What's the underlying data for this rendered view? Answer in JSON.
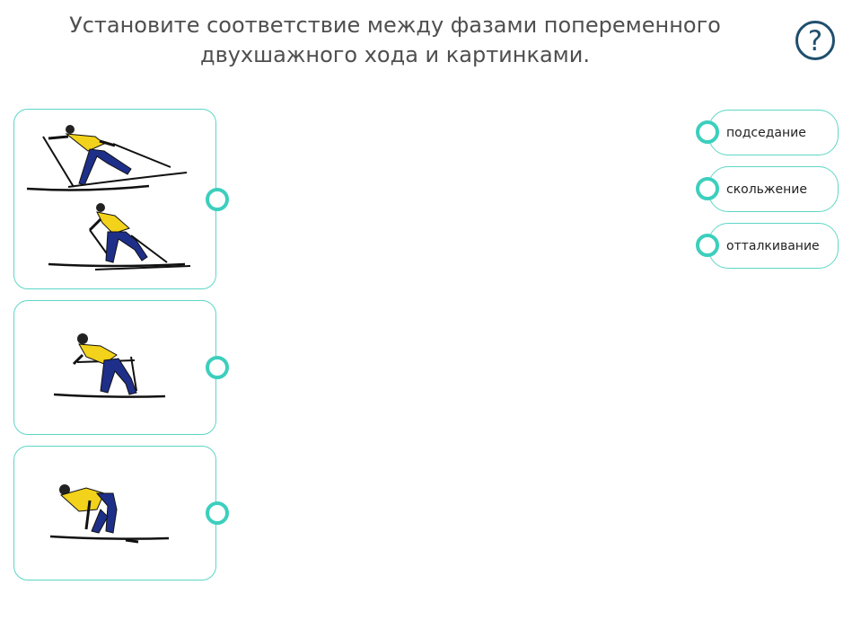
{
  "task": {
    "title_line1": "Установите соответствие между фазами попеременного",
    "title_line2": "двухшажного хода и картинками."
  },
  "help": {
    "label": "?",
    "icon": "question-circle-icon"
  },
  "pictures": [
    {
      "name": "skier-pair-striding",
      "icon": "skier-illustration-icon"
    },
    {
      "name": "skier-crouching-poles",
      "icon": "skier-illustration-icon"
    },
    {
      "name": "skier-deep-crouch",
      "icon": "skier-illustration-icon"
    }
  ],
  "options": [
    {
      "label": "подседание"
    },
    {
      "label": "скольжение"
    },
    {
      "label": "отталкивание"
    }
  ],
  "colors": {
    "accent": "#3ccfbd",
    "border": "#5ed6c6",
    "help": "#1f4f6e",
    "jacket": "#f2d21b",
    "pants": "#1e2f8a"
  }
}
